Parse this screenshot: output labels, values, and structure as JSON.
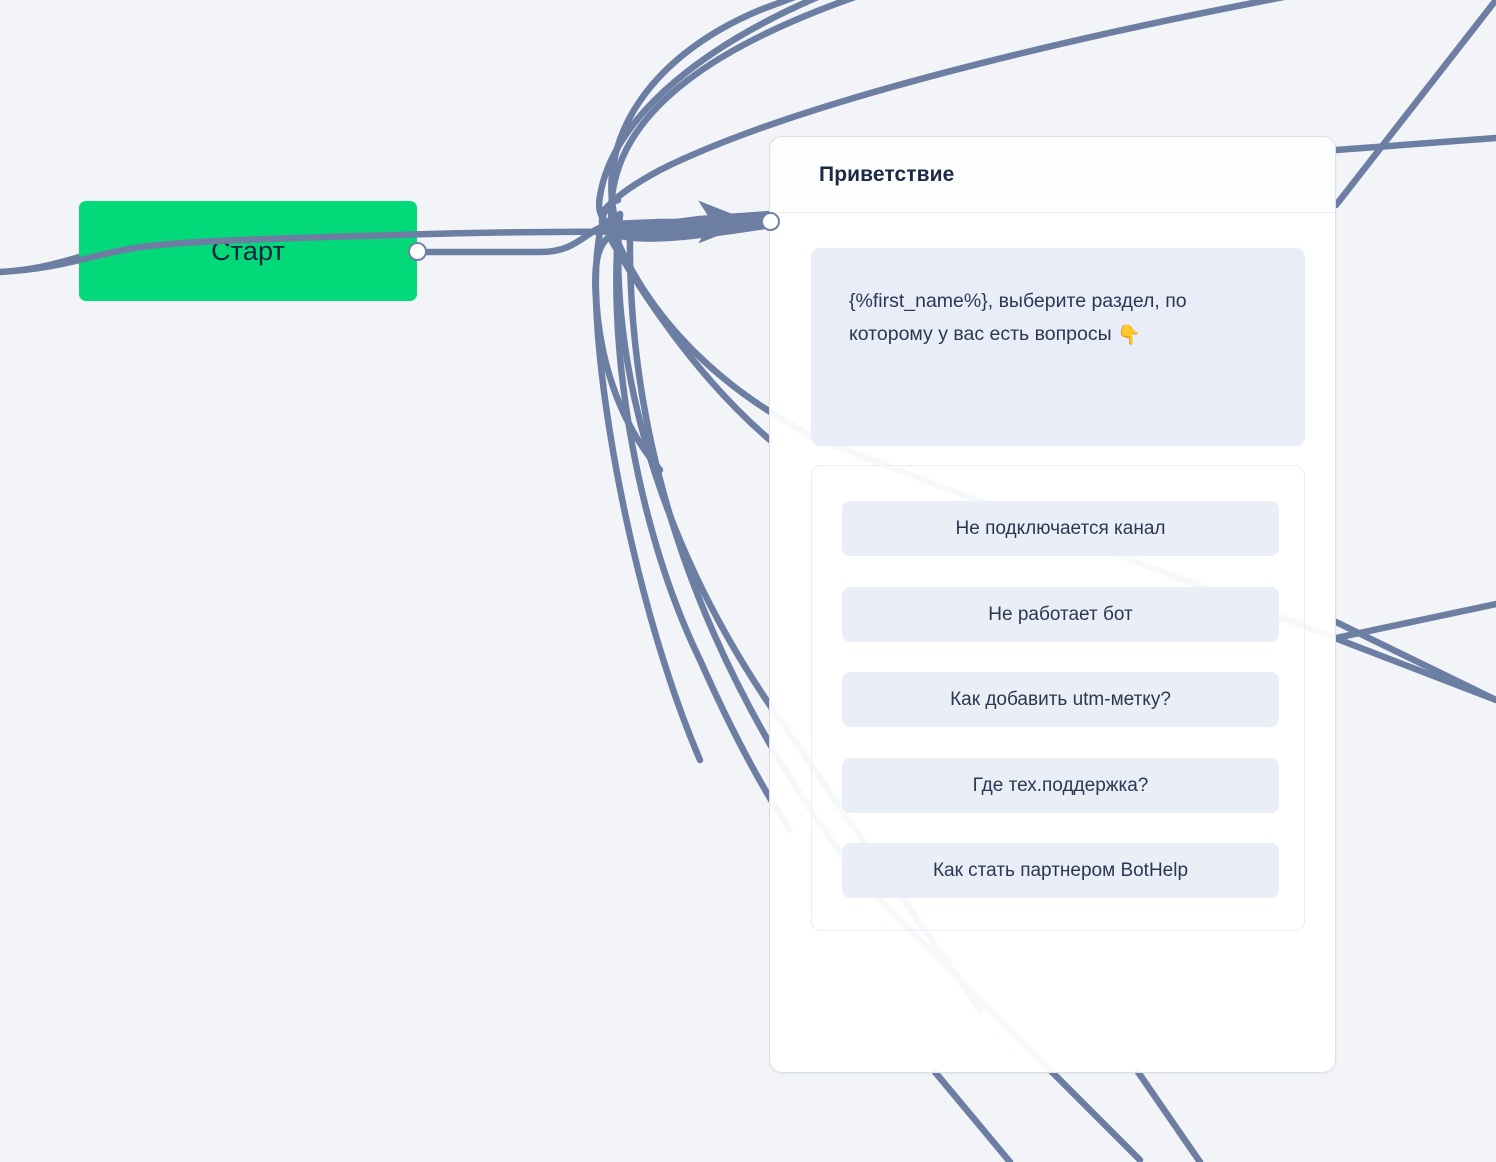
{
  "canvas": {
    "background_color": "#f2f4f7",
    "edge_color": "#6c7fa3",
    "edge_color_behind_card": "#eceef1"
  },
  "start_node": {
    "label": "Старт",
    "fill_color": "#04d97a",
    "text_color": "#19233d",
    "port_name": "start-output-port"
  },
  "message_card": {
    "title": "Приветствие",
    "title_color": "#1c2a45",
    "background_color": "#ffffff",
    "border_color": "#dcdfe4",
    "input_port_name": "card-input-port",
    "text_bubble": {
      "text": "{%first_name%}, выберите раздел, по которому у вас есть вопросы ",
      "emoji": "👇",
      "background_color": "#e8edf7",
      "text_color": "#2c3852"
    },
    "buttons_block": {
      "border_color": "#e9eef8",
      "buttons": [
        {
          "label": "Не подключается канал"
        },
        {
          "label": "Не работает бот"
        },
        {
          "label": "Как добавить utm-метку?"
        },
        {
          "label": "Где тех.поддержка?"
        },
        {
          "label": "Как стать партнером BotHelp"
        }
      ],
      "button_background_color": "#e9eef7",
      "button_text_color": "#2c3852"
    }
  }
}
